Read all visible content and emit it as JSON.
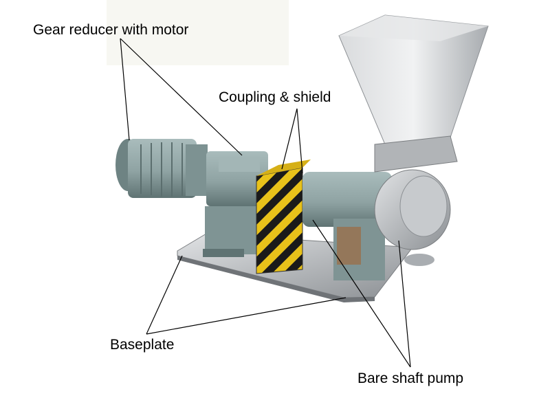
{
  "labels": {
    "gear_reducer": "Gear reducer with motor",
    "coupling": "Coupling & shield",
    "baseplate": "Baseplate",
    "pump": "Bare shaft pump"
  },
  "colors": {
    "motor": "#8fa3a3",
    "motor_dark": "#6e8383",
    "steel": "#b9bcbf",
    "steel_dark": "#8c9094",
    "shield_yellow": "#e8c21a",
    "shield_black": "#1a1a1a",
    "leader_line": "#000000"
  }
}
